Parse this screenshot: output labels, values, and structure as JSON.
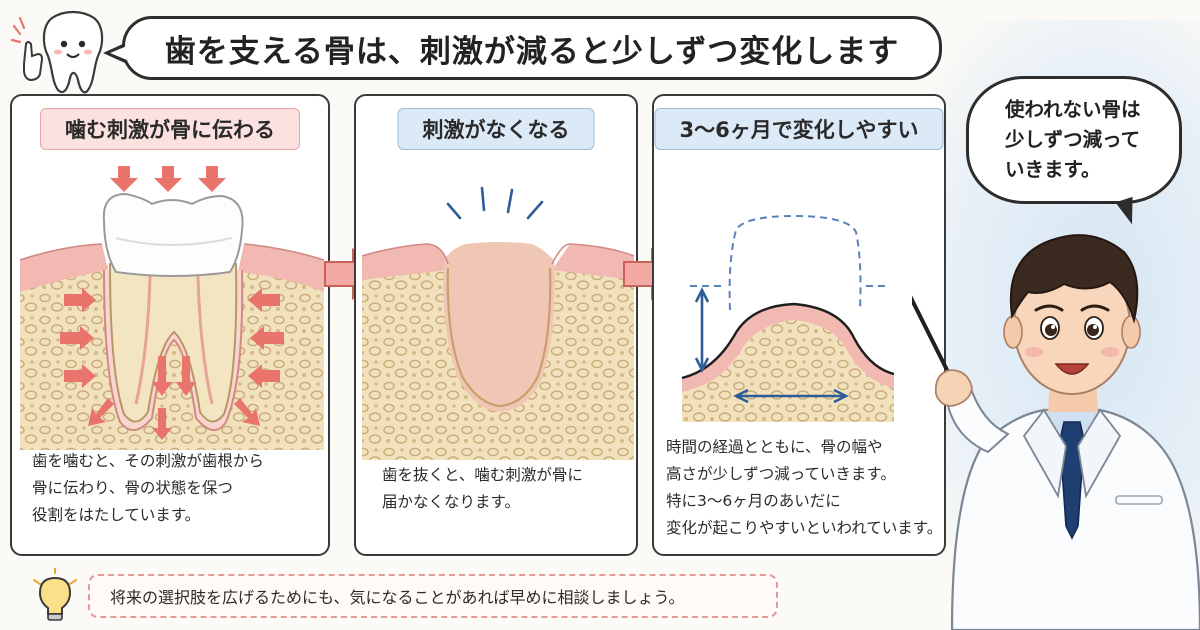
{
  "title": "歯を支える骨は、刺激が減ると少しずつ変化します",
  "panels": [
    {
      "heading": "噛む刺激が骨に伝わる",
      "lines": [
        "歯を噛むと、その刺激が歯根から",
        "骨に伝わり、骨の状態を保つ",
        "役割をはたしています。"
      ]
    },
    {
      "heading": "刺激がなくなる",
      "lines": [
        "歯を抜くと、噛む刺激が骨に",
        "届かなくなります。"
      ]
    },
    {
      "heading": "3〜6ヶ月で変化しやすい",
      "lines": [
        "時間の経過とともに、骨の幅や",
        "高さが少しずつ減っていきます。",
        "特に3〜6ヶ月のあいだに",
        "変化が起こりやすいといわれています。"
      ]
    }
  ],
  "doctor_speech": [
    "使われない骨は",
    "少しずつ減って",
    "いきます。"
  ],
  "tip": "将来の選択肢を広げるためにも、気になることがあれば早めに相談しましょう。",
  "colors": {
    "arrow_red": "#e8746b",
    "pill_red": "#fbe1df",
    "pill_blue": "#dce9f6",
    "gum_pink": "#f2b9b3",
    "bone": "#f1e2bd",
    "measure_blue": "#2f5d9a"
  }
}
